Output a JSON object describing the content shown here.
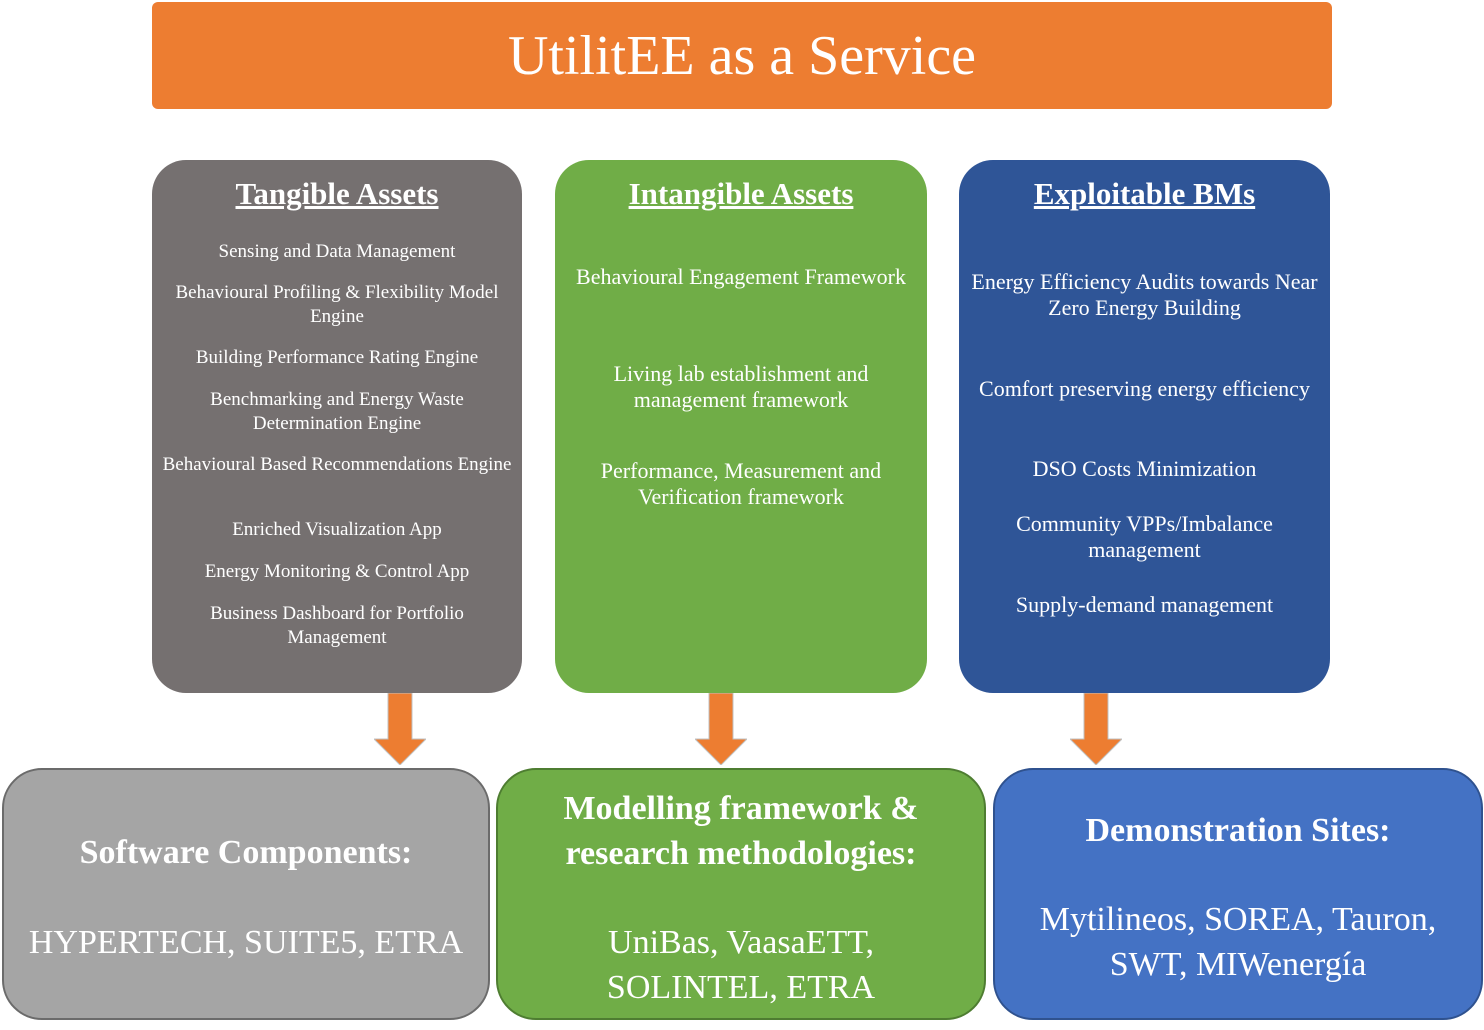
{
  "banner": {
    "title": "UtilitEE as a Service",
    "color": "#ED7D31"
  },
  "columns": {
    "tangible": {
      "title": "Tangible Assets",
      "color": "#757070",
      "items": [
        "Sensing  and Data Management",
        "Behavioural  Profiling  & Flexibility Model Engine",
        "Building  Performance  Rating  Engine",
        "Benchmarking  and Energy  Waste Determination  Engine",
        "Behavioural  Based Recommendations  Engine",
        "Enriched  Visualization  App",
        "Energy  Monitoring  & Control App",
        "Business  Dashboard for Portfolio Management"
      ]
    },
    "intangible": {
      "title": "Intangible Assets",
      "color": "#70AD47",
      "items": [
        "Behavioural  Engagement Framework",
        "Living  lab establishment  and management  framework",
        "Performance, Measurement and Verification  framework"
      ]
    },
    "bms": {
      "title": "Exploitable BMs",
      "color": "#2F5597",
      "items": [
        "Energy Efficiency Audits towards Near Zero Energy Building",
        "Comfort preserving energy efficiency",
        "DSO Costs Minimization",
        "Community  VPPs/Imbalance management",
        "Supply-demand management"
      ]
    }
  },
  "arrow_color": "#ED7D31",
  "bottom": {
    "software": {
      "title": "Software Components:",
      "text": "HYPERTECH, SUITE5, ETRA",
      "color": "#A5A5A5"
    },
    "modelling": {
      "title_lines": [
        "Modelling framework  &",
        "research methodologies:"
      ],
      "text_lines": [
        "UniBas, VaasaETT,",
        "SOLINTEL, ETRA"
      ],
      "color": "#70AD47"
    },
    "demo": {
      "title": "Demonstration Sites:",
      "text_lines": [
        "Mytilineos, SOREA, Tauron,",
        "SWT, MIWenergía"
      ],
      "color": "#4472C4"
    }
  }
}
